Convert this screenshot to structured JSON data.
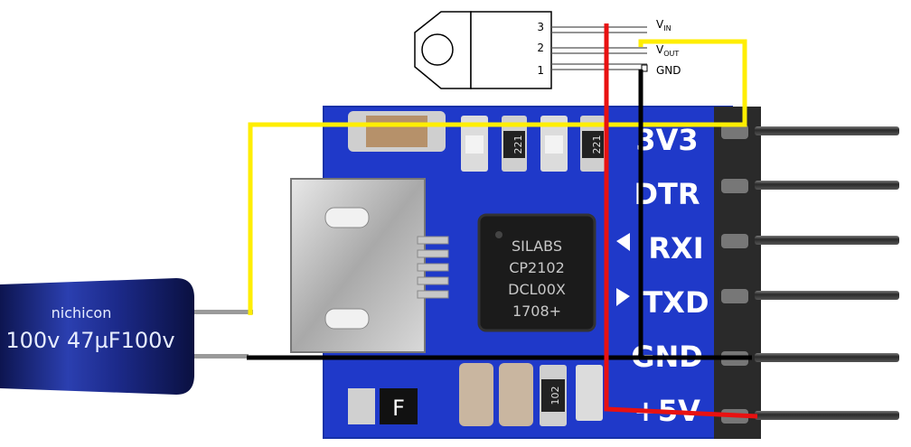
{
  "regulator": {
    "pins": [
      "3",
      "2",
      "1"
    ],
    "labels": {
      "vin_main": "V",
      "vin_sub": "IN",
      "vout_main": "V",
      "vout_sub": "OUT",
      "gnd": "GND"
    }
  },
  "board": {
    "pin_labels": [
      "3V3",
      "DTR",
      "RXI",
      "TXD",
      "GND",
      "+5V"
    ],
    "chip_lines": [
      "SILABS",
      "CP2102",
      "DCL00X",
      "1708+"
    ],
    "resistor_labels": [
      "221",
      "221",
      "102"
    ],
    "jumper_label": "F"
  },
  "capacitor": {
    "text_brand": "nichicon",
    "text_value": "100v  47µF100v"
  },
  "colors": {
    "pcb": "#1f39c9",
    "wire_yellow": "#ffee00",
    "wire_black": "#000000",
    "wire_red": "#e81111"
  }
}
